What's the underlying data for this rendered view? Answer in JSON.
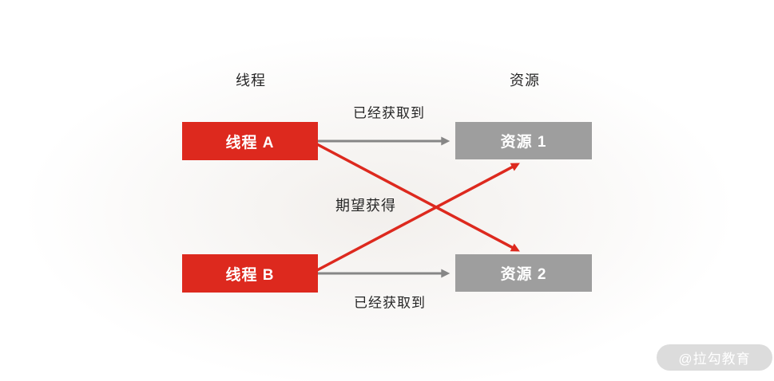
{
  "columns": {
    "left": "线程",
    "right": "资源"
  },
  "nodes": {
    "thread_a": "线程 A",
    "thread_b": "线程 B",
    "resource_1": "资源 1",
    "resource_2": "资源 2"
  },
  "edges": [
    {
      "from": "线程 A",
      "to": "资源 1",
      "label": "已经获取到",
      "type": "acquired"
    },
    {
      "from": "线程 B",
      "to": "资源 2",
      "label": "已经获取到",
      "type": "acquired"
    },
    {
      "from": "线程 A",
      "to": "资源 2",
      "label": "期望获得",
      "type": "desired"
    },
    {
      "from": "线程 B",
      "to": "资源 1",
      "label": "期望获得",
      "type": "desired"
    }
  ],
  "colors": {
    "thread_box": "#dd291e",
    "resource_box": "#9e9e9e",
    "acquired_arrow": "#868686",
    "desired_arrow": "#dd291e",
    "label_text": "#262626",
    "box_text": "#ffffff",
    "watermark_bg": "#dcdcdc"
  },
  "watermark": "@拉勾教育"
}
